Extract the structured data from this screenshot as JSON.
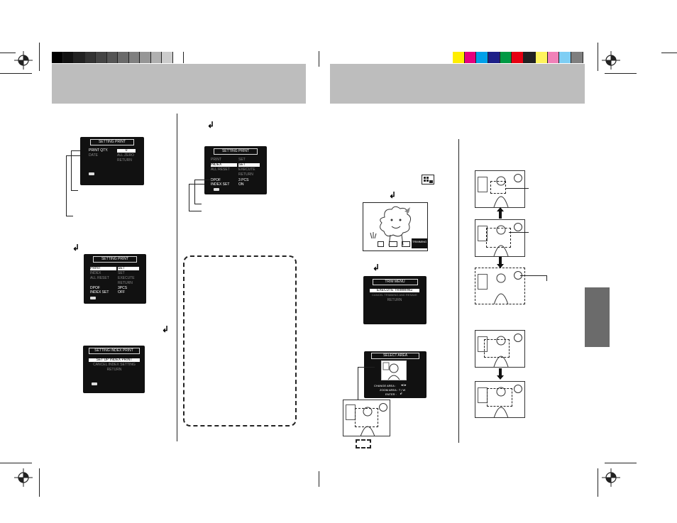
{
  "color_bars": {
    "grayscale": [
      "#000000",
      "#111111",
      "#222222",
      "#333333",
      "#444444",
      "#555555",
      "#6a6a6a",
      "#808080",
      "#969696",
      "#b0b0b0",
      "#cccccc",
      "#ffffff"
    ],
    "process": [
      "#ffee00",
      "#e6007e",
      "#00a0e9",
      "#1d2088",
      "#009944",
      "#e60012",
      "#222222",
      "#fff45c",
      "#f081b8",
      "#7ecef4",
      "#7f7f7f"
    ]
  },
  "icons": [
    "registration-mark-icon",
    "enter-key-icon",
    "trimming-mode-icon"
  ],
  "screens": {
    "setting_print_qty": {
      "title": "SETTING  PRINT",
      "row1_label": "PRINT QTY.",
      "row1_value": "0",
      "row2_label": "DATE",
      "row2_value": "ALL ZERO",
      "row3_value": "RETURN"
    },
    "setting_print_menu": {
      "title": "SETTING  PRINT",
      "rows": [
        {
          "label": "PRINT",
          "value": "SET"
        },
        {
          "label": "INDEX",
          "value": "SET"
        },
        {
          "label": "ALL RESET",
          "value": "EXECUTE"
        },
        {
          "label": "",
          "value": "RETURN"
        }
      ],
      "dpof_label": "DPOF",
      "dpof_value": "3PCS",
      "index_label": "INDEX SET",
      "index_value": "OFF"
    },
    "setting_index_print": {
      "title": "SETTING INDEX PRINT",
      "rows": [
        "SET UP INDEX PRINT",
        "CANCEL INDEX SETTING",
        "RETURN"
      ]
    },
    "setting_print_index_on": {
      "title": "SETTING  PRINT",
      "rows": [
        {
          "label": "PRINT",
          "value": "SET"
        },
        {
          "label": "INDEX",
          "value": "SET"
        },
        {
          "label": "ALL RESET",
          "value": "EXECUTE"
        },
        {
          "label": "",
          "value": "RETURN"
        }
      ],
      "dpof_label": "DPOF",
      "dpof_value": "3 PCS",
      "index_label": "INDEX SET",
      "index_value": "ON"
    },
    "playback": {
      "mode_label": "TRIMMING"
    },
    "trim_menu": {
      "title": "TRIM MENU",
      "rows": [
        "EXECUTE TRIMMING",
        "CANCEL TRIMMING AND RESAVE",
        "RETURN"
      ]
    },
    "select_area": {
      "title": "SELECT AREA",
      "hint1": "CHANGE AREA :",
      "hint2": "ZOOM AREA : T / W",
      "hint3": "ENTER :"
    }
  }
}
